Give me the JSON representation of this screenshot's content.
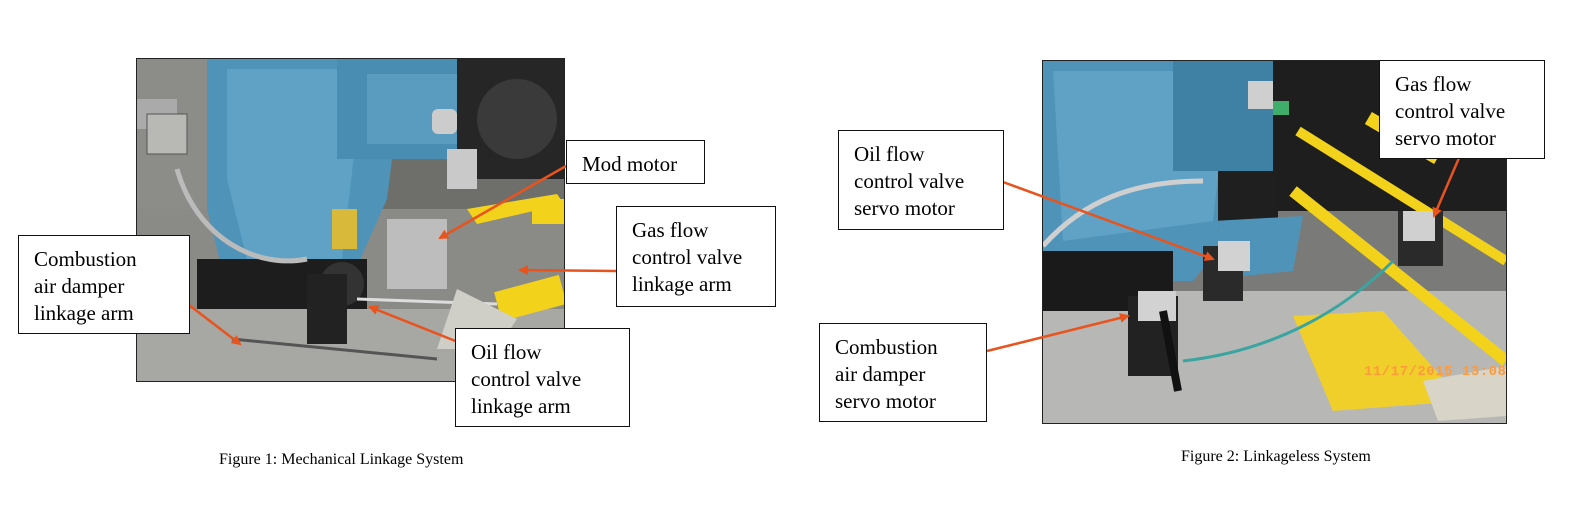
{
  "figure1": {
    "caption": "Figure 1: Mechanical Linkage System",
    "photo_icon": "burner-photo-mechanical-linkage",
    "labels": {
      "mod_motor": "Mod motor",
      "gas_arm": "Gas flow\ncontrol valve\nlinkage arm",
      "combustion_arm": "Combustion\nair damper\nlinkage arm",
      "oil_arm": "Oil flow\ncontrol valve\nlinkage arm"
    }
  },
  "figure2": {
    "caption": "Figure 2: Linkageless System",
    "photo_icon": "burner-photo-linkageless",
    "date_stamp": "11/17/2015 13:08",
    "labels": {
      "gas_servo": "Gas flow\ncontrol valve\nservo motor",
      "oil_servo": "Oil flow\ncontrol valve\nservo motor",
      "combustion_servo": "Combustion\nair damper\nservo motor"
    }
  },
  "colors": {
    "arrow": "#e8531e",
    "burner_blue": "#4f93b8",
    "gas_pipe_yellow": "#f2d21b"
  }
}
